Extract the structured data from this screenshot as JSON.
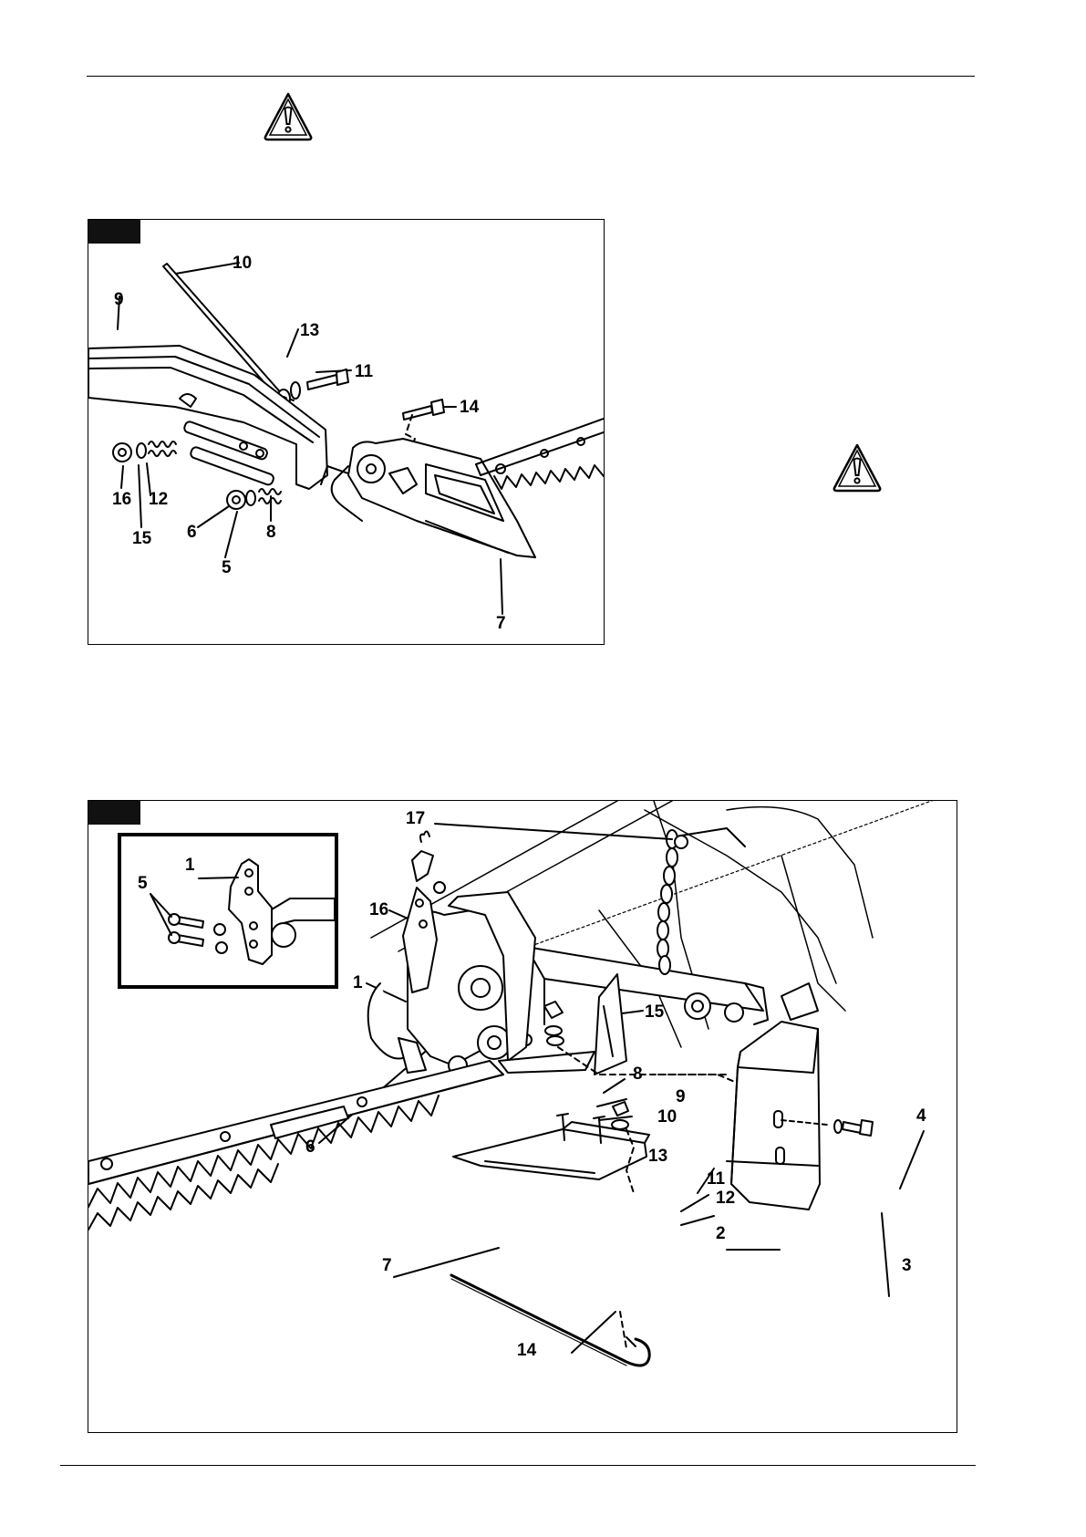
{
  "figure1": {
    "callouts": {
      "c10": "10",
      "c9": "9",
      "c13": "13",
      "c11": "11",
      "c14": "14",
      "c16": "16",
      "c12": "12",
      "c6": "6",
      "c8": "8",
      "c15": "15",
      "c5": "5",
      "c7": "7"
    }
  },
  "figure2": {
    "callouts": {
      "c17": "17",
      "c1_inset": "1",
      "c5_inset": "5",
      "c16": "16",
      "c1": "1",
      "c15": "15",
      "c8": "8",
      "c9": "9",
      "c10": "10",
      "c6": "6",
      "c4": "4",
      "c13": "13",
      "c11": "11",
      "c12": "12",
      "c2": "2",
      "c3": "3",
      "c7": "7",
      "c14": "14"
    }
  },
  "colors": {
    "ink": "#000000",
    "paper": "#ffffff",
    "tag": "#111111"
  },
  "icons": [
    "warning-triangle-icon",
    "warning-triangle-icon"
  ]
}
